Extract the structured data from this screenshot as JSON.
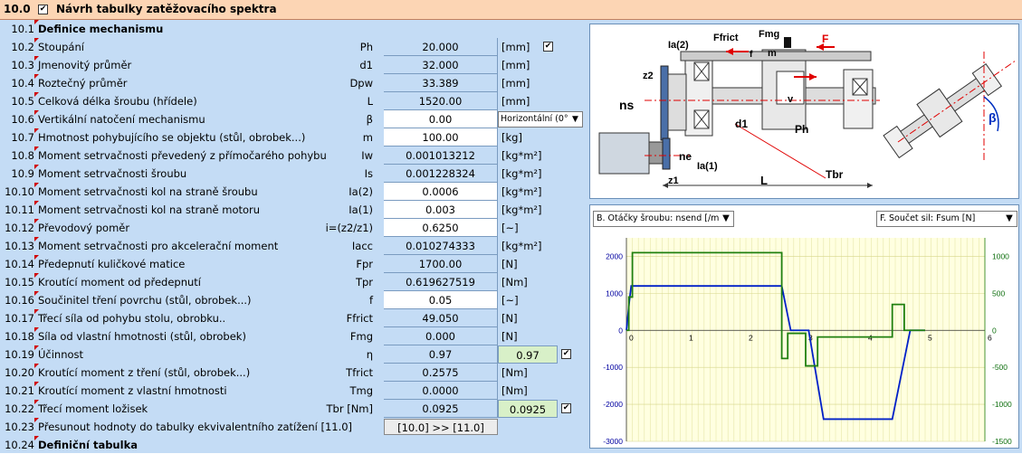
{
  "header": {
    "number": "10.0",
    "title": "Návrh tabulky zatěžovacího spektra",
    "checked": true
  },
  "section": {
    "number": "10.1",
    "title": "Definice mechanismu"
  },
  "rows": [
    {
      "n": "10.2",
      "label": "Stoupání",
      "sym": "Ph",
      "value": "20.000",
      "unit": "[mm]",
      "kind": "calc",
      "checkbox": true
    },
    {
      "n": "10.3",
      "label": "Jmenovitý průměr",
      "sym": "d1",
      "value": "32.000",
      "unit": "[mm]",
      "kind": "calc"
    },
    {
      "n": "10.4",
      "label": "Roztečný průměr",
      "sym": "Dpw",
      "value": "33.389",
      "unit": "[mm]",
      "kind": "calc"
    },
    {
      "n": "10.5",
      "label": "Celková délka šroubu (hřídele)",
      "sym": "L",
      "value": "1520.00",
      "unit": "[mm]",
      "kind": "calc"
    },
    {
      "n": "10.6",
      "label": "Vertikální natočení mechanismu",
      "sym": "β",
      "value": "0.00",
      "unit": "",
      "kind": "input",
      "select": "Horizontální (0°"
    },
    {
      "n": "10.7",
      "label": "Hmotnost pohybujícího se objektu (stůl, obrobek...)",
      "sym": "m",
      "value": "100.00",
      "unit": "[kg]",
      "kind": "input"
    },
    {
      "n": "10.8",
      "label": "Moment setrvačnosti převedený z přímočarého pohybu",
      "sym": "Iw",
      "value": "0.001013212",
      "unit": "[kg*m²]",
      "kind": "calc"
    },
    {
      "n": "10.9",
      "label": "Moment setrvačnosti šroubu",
      "sym": "Is",
      "value": "0.001228324",
      "unit": "[kg*m²]",
      "kind": "calc"
    },
    {
      "n": "10.10",
      "label": "Moment setrvačnosti kol na straně šroubu",
      "sym": "Ia(2)",
      "value": "0.0006",
      "unit": "[kg*m²]",
      "kind": "input"
    },
    {
      "n": "10.11",
      "label": "Moment setrvačnosti kol na straně motoru",
      "sym": "Ia(1)",
      "value": "0.003",
      "unit": "[kg*m²]",
      "kind": "input"
    },
    {
      "n": "10.12",
      "label": "Převodový poměr",
      "sym": "i=(z2/z1)",
      "value": "0.6250",
      "unit": "[~]",
      "kind": "input"
    },
    {
      "n": "10.13",
      "label": "Moment setrvačnosti pro akcelerační moment",
      "sym": "Iacc",
      "value": "0.010274333",
      "unit": "[kg*m²]",
      "kind": "calc"
    },
    {
      "n": "10.14",
      "label": "Předepnutí kuličkové matice",
      "sym": "Fpr",
      "value": "1700.00",
      "unit": "[N]",
      "kind": "calc"
    },
    {
      "n": "10.15",
      "label": "Kroutící moment od předepnutí",
      "sym": "Tpr",
      "value": "0.619627519",
      "unit": "[Nm]",
      "kind": "calc"
    },
    {
      "n": "10.16",
      "label": "Součinitel tření povrchu (stůl, obrobek...)",
      "sym": "f",
      "value": "0.05",
      "unit": "[~]",
      "kind": "input"
    },
    {
      "n": "10.17",
      "label": "Třecí síla od pohybu stolu, obrobku..",
      "sym": "Ffrict",
      "value": "49.050",
      "unit": "[N]",
      "kind": "calc"
    },
    {
      "n": "10.18",
      "label": "Síla od vlastní hmotnosti (stůl, obrobek)",
      "sym": "Fmg",
      "value": "0.000",
      "unit": "[N]",
      "kind": "calc"
    },
    {
      "n": "10.19",
      "label": "Účinnost",
      "sym": "η",
      "value": "0.97",
      "unit": "",
      "kind": "calc",
      "value2": "0.97",
      "checkbox2": true
    },
    {
      "n": "10.20",
      "label": "Kroutící moment z tření (stůl, obrobek...)",
      "sym": "Tfrict",
      "value": "0.2575",
      "unit": "[Nm]",
      "kind": "calc"
    },
    {
      "n": "10.21",
      "label": "Kroutící moment z vlastní hmotnosti",
      "sym": "Tmg",
      "value": "0.0000",
      "unit": "[Nm]",
      "kind": "calc"
    },
    {
      "n": "10.22",
      "label": "Třecí moment ložisek",
      "sym": "Tbr [Nm]",
      "value": "0.0925",
      "unit": "",
      "kind": "calc",
      "value2": "0.0925",
      "checkbox2": true
    },
    {
      "n": "10.23",
      "label": "Přesunout hodnoty do tabulky ekvivalentního zatížení [11.0]",
      "sym": "",
      "button": "[10.0] >> [11.0]"
    }
  ],
  "footer": {
    "number": "10.24",
    "title": "Definiční tabulka"
  },
  "diagram": {
    "labels": {
      "ia2": "Ia(2)",
      "ffrict": "Ffrict",
      "fmg": "Fmg",
      "f": "F",
      "m": "m",
      "f_small": "f",
      "z2": "z2",
      "ns": "ns",
      "v": "v",
      "d1": "d1",
      "ph": "Ph",
      "ne": "ne",
      "ia1": "Ia(1)",
      "z1": "z1",
      "l": "L",
      "tbr": "Tbr",
      "beta": "β"
    }
  },
  "chart_controls": {
    "left_select": "B. Otáčky šroubu: nsend [/m",
    "right_select": "F. Součet sil: Fsum [N]"
  },
  "chart_data": {
    "type": "line",
    "x_ticks": [
      "0",
      "1",
      "2",
      "3",
      "4",
      "5",
      "6"
    ],
    "y_left_ticks": [
      "2000",
      "1000",
      "0",
      "-1000",
      "-2000",
      "-3000"
    ],
    "y_right_ticks": [
      "1000",
      "500",
      "0",
      "-500",
      "-1000",
      "-1500"
    ],
    "xlim": [
      0,
      6
    ],
    "ylim_left": [
      -3000,
      2500
    ],
    "ylim_right": [
      -1500,
      1250
    ],
    "grid": true,
    "series": [
      {
        "axis": "left",
        "color": "#0020c8",
        "x": [
          0,
          0.05,
          0.08,
          2.6,
          2.75,
          2.8,
          3.05,
          3.3,
          4.45,
          4.75,
          5.0
        ],
        "y": [
          0,
          800,
          1200,
          1200,
          0,
          0,
          0,
          -2400,
          -2400,
          0,
          0
        ]
      },
      {
        "axis": "right",
        "color": "#208010",
        "x": [
          0,
          0.04,
          0.04,
          0.1,
          0.1,
          2.6,
          2.6,
          2.7,
          2.7,
          3.0,
          3.0,
          3.2,
          3.2,
          4.45,
          4.45,
          4.65,
          4.65,
          4.8,
          4.8,
          5.0
        ],
        "y": [
          0,
          0,
          450,
          450,
          1050,
          1050,
          -380,
          -380,
          -40,
          -40,
          -480,
          -480,
          -90,
          -90,
          350,
          350,
          0,
          0,
          0,
          0
        ]
      }
    ]
  }
}
